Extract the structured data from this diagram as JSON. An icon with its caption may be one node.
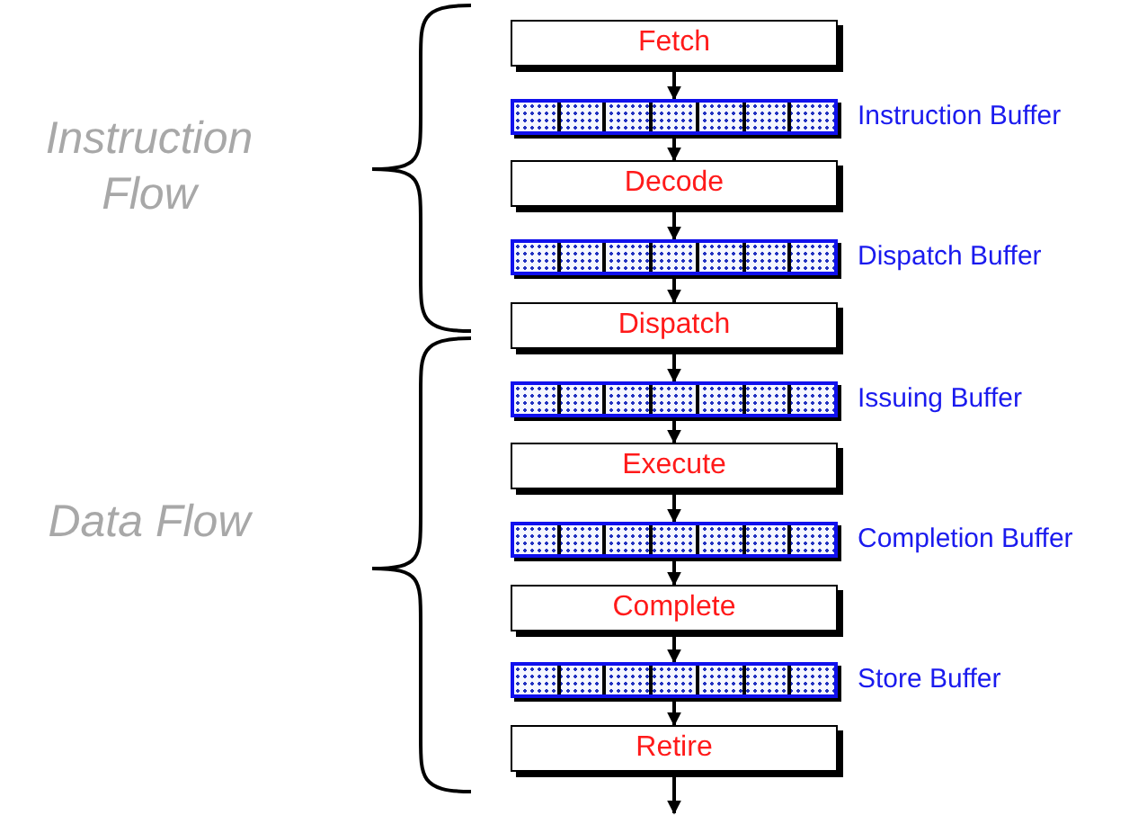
{
  "diagram": {
    "nodes": [
      {
        "text": [
          "Fetch"
        ]
      },
      {
        "text": [],
        "shape": "bar",
        "beside": [
          "Instruction Buffer"
        ]
      },
      {
        "text": [
          "Decode"
        ]
      },
      {
        "text": [],
        "shape": "bar",
        "beside": [
          "Dispatch Buffer"
        ]
      },
      {
        "text": [
          "Dispatch"
        ]
      },
      {
        "text": [],
        "shape": "bar",
        "beside": [
          "Issuing Buffer"
        ]
      },
      {
        "text": [
          "Execute"
        ]
      },
      {
        "text": [],
        "shape": "bar",
        "beside": [
          "Completion Buffer"
        ]
      },
      {
        "text": [
          "Complete"
        ]
      },
      {
        "text": [],
        "shape": "bar",
        "beside": [
          "Store Buffer"
        ]
      },
      {
        "text": [
          "Retire"
        ]
      }
    ],
    "edges": [
      {
        "from": 0,
        "to": 1,
        "arrow": "to"
      },
      {
        "from": 1,
        "to": 2,
        "arrow": "to"
      },
      {
        "from": 2,
        "to": 3,
        "arrow": "to"
      },
      {
        "from": 3,
        "to": 4,
        "arrow": "to"
      },
      {
        "from": 4,
        "to": 5,
        "arrow": "to"
      },
      {
        "from": 5,
        "to": 6,
        "arrow": "to"
      },
      {
        "from": 6,
        "to": 7,
        "arrow": "to"
      },
      {
        "from": 7,
        "to": 8,
        "arrow": "to"
      },
      {
        "from": 8,
        "to": 9,
        "arrow": "to"
      },
      {
        "from": 9,
        "to": 10,
        "arrow": "to"
      },
      {
        "from": 10,
        "to": null,
        "arrow": "to"
      }
    ],
    "labels": [
      "Instruction Flow",
      "Data Flow"
    ]
  }
}
